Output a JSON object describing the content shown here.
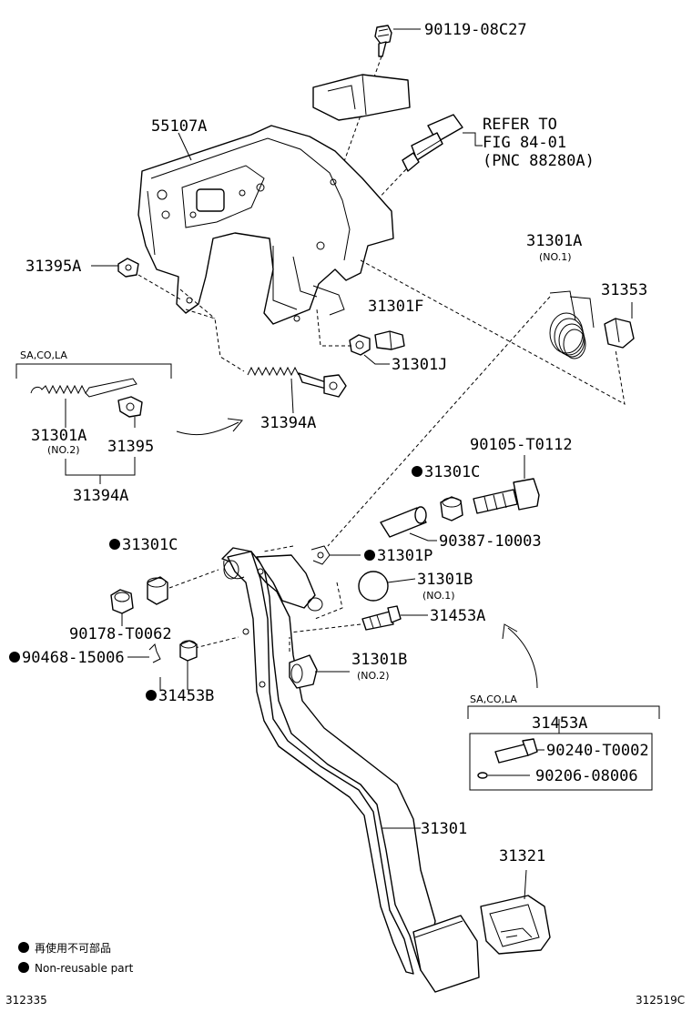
{
  "labels": {
    "p90119": "90119-08C27",
    "p55107a": "55107A",
    "refer1": "REFER TO",
    "refer2": "FIG 84-01",
    "refer3": "(PNC 88280A)",
    "p31301a": "31301A",
    "p31301a_no1": "(NO.1)",
    "p31353": "31353",
    "p31395a": "31395A",
    "p31301f": "31301F",
    "p31301j": "31301J",
    "sacola1": "SA,CO,LA",
    "p31301a_left": "31301A",
    "p31301a_no2": "(NO.2)",
    "p31395": "31395",
    "p31394a_left": "31394A",
    "p31394a": "31394A",
    "p90105": "90105-T0112",
    "p31301c_top": "31301C",
    "p90387": "90387-10003",
    "p31301c_left": "31301C",
    "p31301p": "31301P",
    "p31301b_no1": "31301B",
    "p31301b_no1_sub": "(NO.1)",
    "p31453a": "31453A",
    "p90178": "90178-T0062",
    "p90468": "90468-15006",
    "p31301b_no2": "31301B",
    "p31301b_no2_sub": "(NO.2)",
    "p31453b": "31453B",
    "sacola2": "SA,CO,LA",
    "box_31453a": "31453A",
    "p90240": "90240-T0002",
    "p90206": "90206-08006",
    "p31301": "31301",
    "p31321": "31321"
  },
  "legend": {
    "line1": "再使用不可部品",
    "line2": "Non-reusable part"
  },
  "footer": {
    "left_code": "312335",
    "right_code": "312519C"
  }
}
